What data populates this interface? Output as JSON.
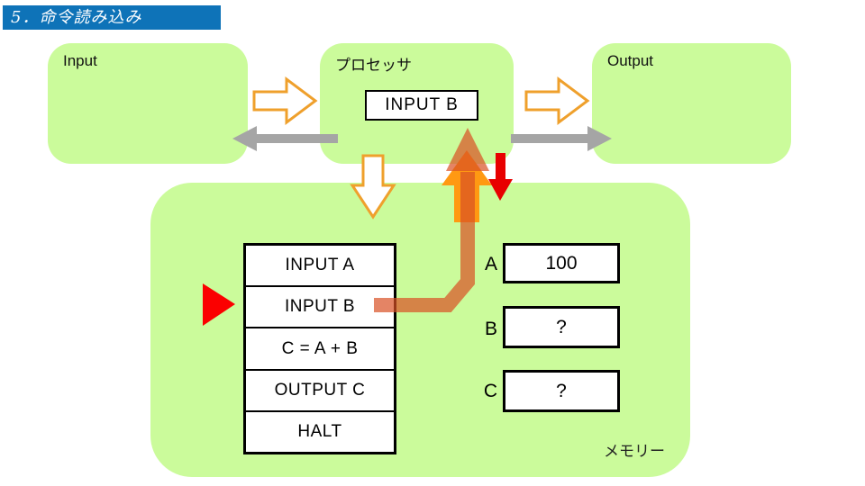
{
  "title": "5．命令読み込み",
  "boxes": {
    "input": {
      "label": "Input"
    },
    "processor": {
      "label": "プロセッサ",
      "current_instruction": "INPUT B"
    },
    "output": {
      "label": "Output"
    },
    "memory": {
      "label": "メモリー"
    }
  },
  "program": {
    "instructions": [
      "INPUT A",
      "INPUT B",
      "C = A + B",
      "OUTPUT C",
      "HALT"
    ],
    "current_index": 1
  },
  "registers": [
    {
      "name": "A",
      "value": "100"
    },
    {
      "name": "B",
      "value": "?"
    },
    {
      "name": "C",
      "value": "?"
    }
  ],
  "colors": {
    "title_bar_blue": "#0e73b8",
    "panel_green": "#cbfb9b",
    "flow_arrow_outline_orange": "#efa02c",
    "fetch_arrow_orange": "#ff9912",
    "data_path_salmon": "rgba(217,80,35,0.70)",
    "pointer_red": "#fb0000",
    "write_arrow_red": "#e80000",
    "bus_gray": "#a5a5a5"
  }
}
